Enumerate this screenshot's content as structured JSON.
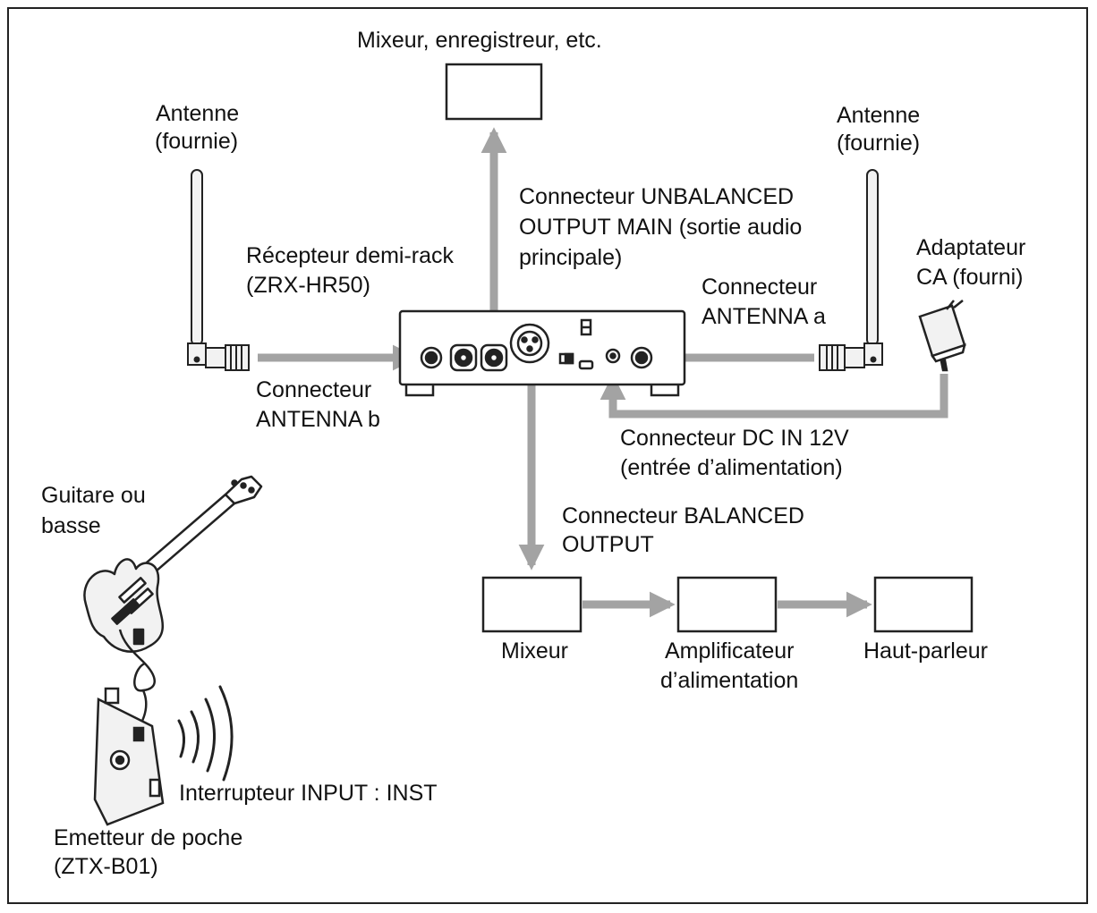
{
  "labels": {
    "mixer_recorder": "Mixeur, enregistreur, etc.",
    "antenna_left_l1": "Antenne",
    "antenna_left_l2": "(fournie)",
    "antenna_right_l1": "Antenne",
    "antenna_right_l2": "(fournie)",
    "unbalanced_l1": "Connecteur UNBALANCED",
    "unbalanced_l2": "OUTPUT MAIN (sortie audio",
    "unbalanced_l3": "principale)",
    "receiver_l1": "Récepteur demi-rack",
    "receiver_l2": "(ZRX-HR50)",
    "adapter_l1": "Adaptateur",
    "adapter_l2": "CA (fourni)",
    "antenna_a_l1": "Connecteur",
    "antenna_a_l2": "ANTENNA a",
    "antenna_b_l1": "Connecteur",
    "antenna_b_l2": "ANTENNA b",
    "dc_in_l1": "Connecteur DC IN 12V",
    "dc_in_l2": "(entrée d’alimentation)",
    "guitar_l1": "Guitare ou",
    "guitar_l2": "basse",
    "balanced_l1": "Connecteur BALANCED",
    "balanced_l2": "OUTPUT",
    "mixer": "Mixeur",
    "amp_l1": "Amplificateur",
    "amp_l2": "d’alimentation",
    "speaker": "Haut-parleur",
    "input_switch": "Interrupteur INPUT : INST",
    "transmitter_l1": "Emetteur de poche",
    "transmitter_l2": "(ZTX-B01)"
  },
  "colors": {
    "line": "#a3a3a3",
    "outline": "#222222",
    "fill_light": "#f2f2f2"
  }
}
